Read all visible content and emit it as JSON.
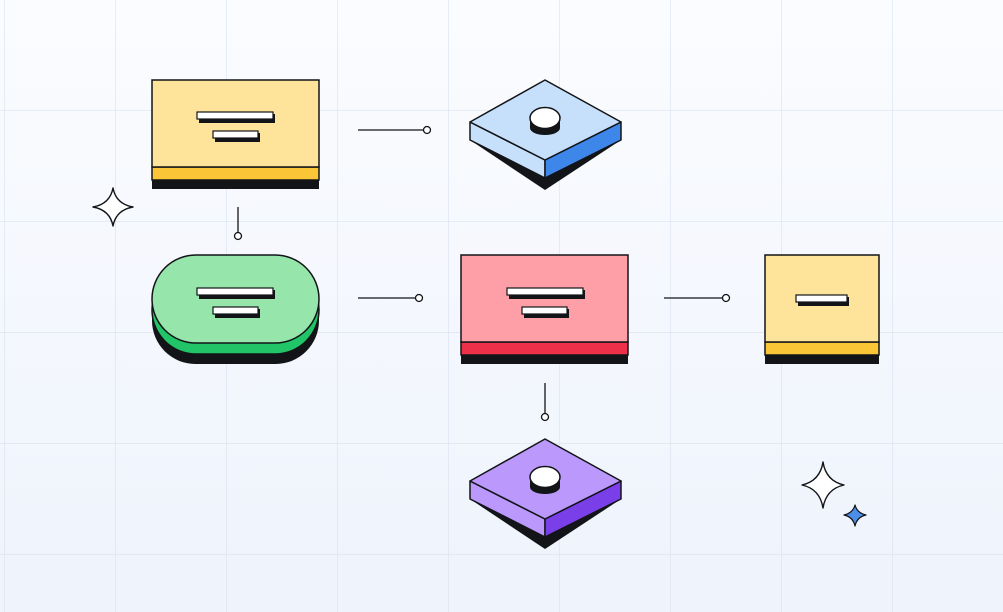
{
  "palette": {
    "yellow": "#fde49a",
    "yellow_band": "#fac638",
    "blue": "#c6e0fc",
    "blue_side": "#3d86ea",
    "green": "#96e6ab",
    "green_side": "#22c468",
    "red": "#fe9fa8",
    "red_band": "#ee3148",
    "purple": "#ba98fc",
    "purple_side": "#7b3fea",
    "ink": "#121418",
    "sparkle_blue": "#4c8de8"
  },
  "nodes": [
    {
      "id": "process-top-left",
      "shape": "rectangle-with-band",
      "fill": "yellow",
      "text_lines": 2
    },
    {
      "id": "decision-top",
      "shape": "isometric-diamond",
      "fill": "blue",
      "marker": "circle"
    },
    {
      "id": "terminal-left",
      "shape": "pill",
      "fill": "green",
      "text_lines": 2
    },
    {
      "id": "process-center",
      "shape": "rectangle-with-band",
      "fill": "red",
      "text_lines": 2
    },
    {
      "id": "process-right",
      "shape": "rectangle-with-band",
      "fill": "yellow",
      "text_lines": 1
    },
    {
      "id": "decision-bottom",
      "shape": "isometric-diamond",
      "fill": "purple",
      "marker": "circle"
    }
  ],
  "connectors": [
    {
      "from": "process-top-left",
      "to": "decision-top"
    },
    {
      "from": "process-top-left",
      "to": "terminal-left"
    },
    {
      "from": "terminal-left",
      "to": "process-center"
    },
    {
      "from": "process-center",
      "to": "process-right"
    },
    {
      "from": "process-center",
      "to": "decision-bottom"
    }
  ],
  "decorations": [
    "sparkle-left",
    "sparkle-bottom-right-large",
    "sparkle-bottom-right-small"
  ]
}
